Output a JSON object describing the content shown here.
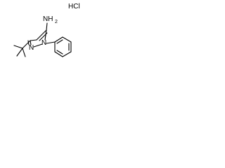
{
  "molecule": {
    "salt": "HCl",
    "amine_main": "NH",
    "amine_sub": "2",
    "ring_nitrogen_1": "N",
    "ring_nitrogen_2": "N"
  },
  "colors": {
    "ink": "#000000",
    "background": "#ffffff"
  }
}
